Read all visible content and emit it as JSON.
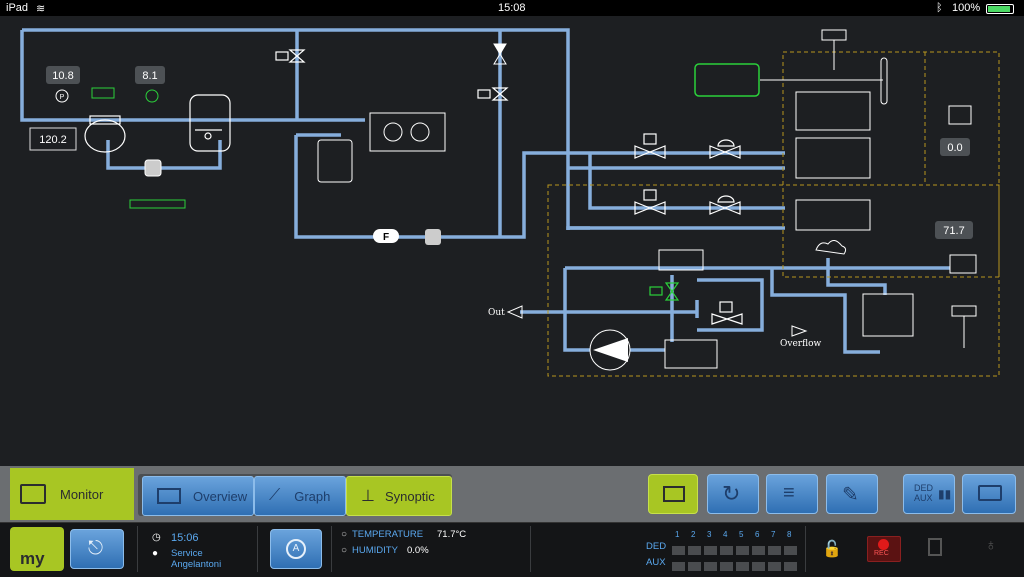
{
  "status_bar": {
    "device": "iPad",
    "time": "15:08",
    "battery": "100%"
  },
  "diagram": {
    "gauges": {
      "pressure_low": "10.8",
      "pressure_high": "8.1",
      "temp_main": "120.2",
      "sensor_a": "0.0",
      "sensor_b": "71.7"
    },
    "labels": {
      "filter": "F",
      "out": "Out",
      "overflow": "Overflow"
    }
  },
  "nav": {
    "monitor": "Monitor",
    "overview": "Overview",
    "graph": "Graph",
    "synoptic": "Synoptic",
    "ded_aux_top": "DED",
    "ded_aux_bottom": "AUX"
  },
  "bottom": {
    "logo": "my",
    "clock": "15:06",
    "user_role": "Service",
    "user_name": "Angelantoni",
    "mode_letter": "A",
    "temperature_label": "TEMPERATURE",
    "temperature_value": "71.7°C",
    "humidity_label": "HUMIDITY",
    "humidity_value": "0.0%",
    "ded_label": "DED",
    "aux_label": "AUX",
    "channels": [
      "1",
      "2",
      "3",
      "4",
      "5",
      "6",
      "7",
      "8"
    ],
    "rec_label": "REC"
  },
  "colors": {
    "pipe": "#86aedc",
    "accent_green": "#a8c623",
    "button_blue": "#3a7bc4",
    "dashed": "#b8961e",
    "sensor_green": "#2bd13b"
  }
}
